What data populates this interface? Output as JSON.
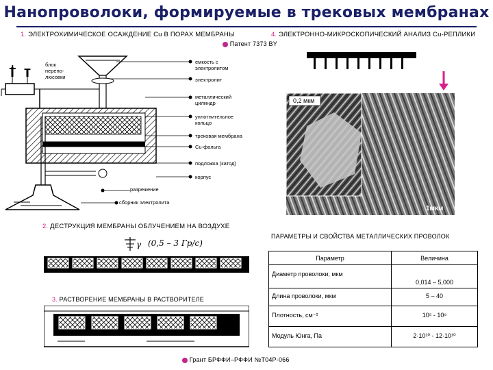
{
  "title": "Нанопроволоки, формируемые в трековых мембранах",
  "section1": {
    "num": "1.",
    "text": "ЭЛЕКТРОХИМИЧЕСКОЕ ОСАЖДЕНИЕ Cu В ПОРАХ МЕМБРАНЫ"
  },
  "section4": {
    "num": "4.",
    "text": "ЭЛЕКТРОННО-МИКРОСКОПИЧЕСКИЙ АНАЛИЗ Cu-РЕПЛИКИ"
  },
  "patent": "Патент 7373 BY",
  "diagram_labels": {
    "plus": "+",
    "minus": "–",
    "block": [
      "блок",
      "перепо-",
      "люсовки"
    ],
    "container": [
      "емкость с",
      "электролитом"
    ],
    "electrolyte": "электролит",
    "cylinder": [
      "металлический",
      "цилиндр"
    ],
    "ring": [
      "уплотнительное",
      "кольцо"
    ],
    "membrane": "трековая мембрана",
    "foil": "Cu-фольга",
    "substrate": "подложка (катод)",
    "body": "корпус",
    "vacuum": "разрежение",
    "collector": "сборник электролита"
  },
  "micro": {
    "scale_top": "0,2 мкм",
    "scale_bottom": "1мкм"
  },
  "section2": {
    "num": "2.",
    "text": "ДЕСТРУКЦИЯ МЕМБРАНЫ ОБЛУЧЕНИЕМ НА ВОЗДУХЕ"
  },
  "gamma_label": "γ",
  "dose": "(0,5 – 3  Гр/с)",
  "section3": {
    "num": "3.",
    "text": "РАСТВОРЕНИЕ МЕМБРАНЫ В РАСТВОРИТЕЛЕ"
  },
  "params": {
    "title": "ПАРАМЕТРЫ И СВОЙСТВА МЕТАЛЛИЧЕСКИХ ПРОВОЛОК",
    "headers": [
      "Параметр",
      "Величина"
    ],
    "rows": [
      {
        "param": "Диаметр проволоки, мкм",
        "value": "0,014 – 5,000"
      },
      {
        "param": "Длина проволоки, мкм",
        "value": "5 – 40"
      },
      {
        "param": "Плотность, см⁻²",
        "value": "10⁵ - 10⁹"
      },
      {
        "param": "Модуль Юнга, Па",
        "value": "2·10¹⁰ - 12·10¹⁰"
      }
    ]
  },
  "grant": "Грант БРФФИ–РФФИ №Т04Р-066",
  "colors": {
    "title": "#1a1f66",
    "accent": "#d8208a",
    "bullet": "#c0288a"
  }
}
